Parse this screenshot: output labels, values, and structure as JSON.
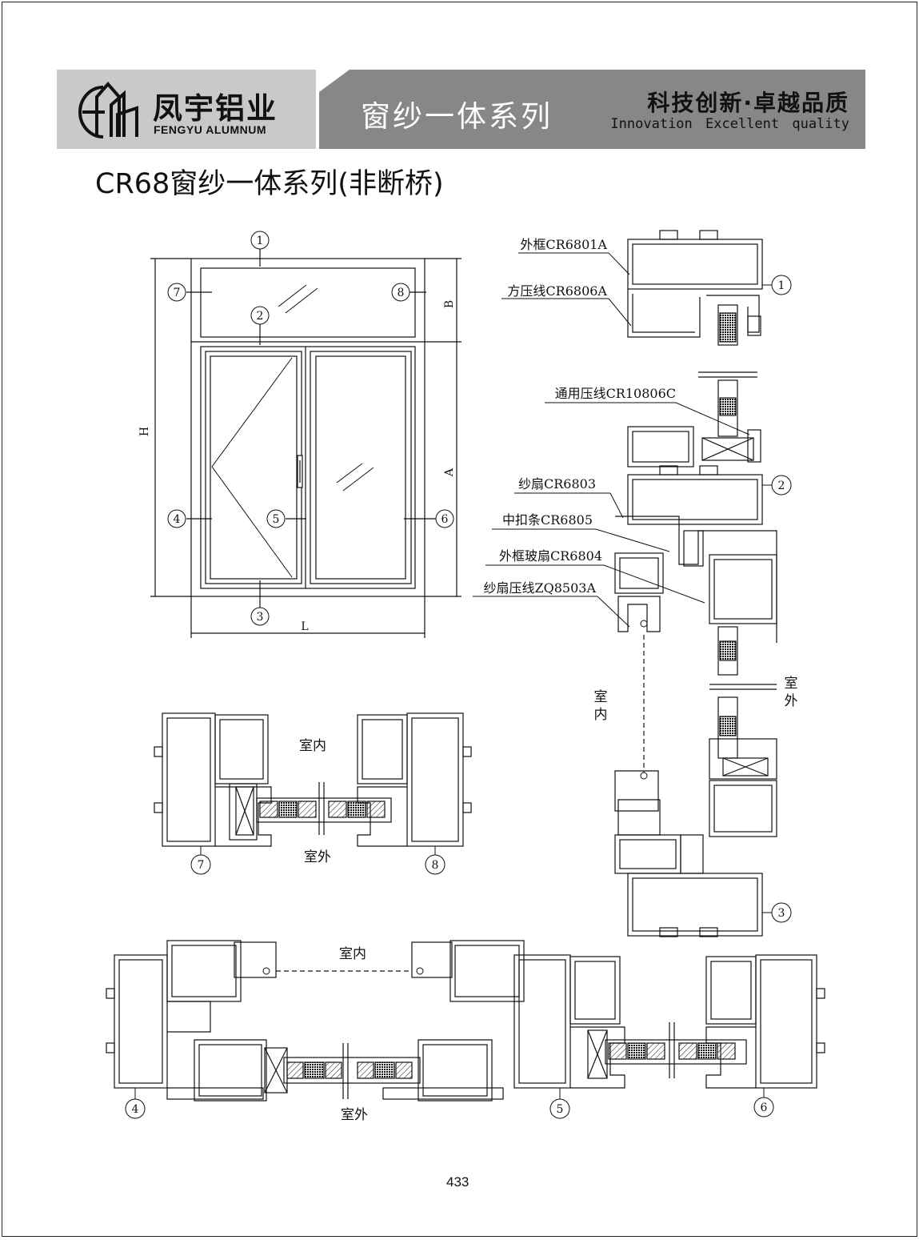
{
  "header": {
    "brand_cn": "凤宇铝业",
    "brand_en": "FENGYU ALUMNUM",
    "series": "窗纱一体系列",
    "slogan_cn": "科技创新·卓越品质",
    "slogan_en": "Innovation Excellent quality"
  },
  "title": "CR68窗纱一体系列(非断桥)",
  "elevation": {
    "markers": [
      "1",
      "2",
      "3",
      "4",
      "5",
      "6",
      "7",
      "8"
    ],
    "dims": {
      "height": "H",
      "transom": "B",
      "sash": "A",
      "width": "L"
    }
  },
  "parts": {
    "outer_frame": "外框CR6801A",
    "square_bead": "方压线CR6806A",
    "common_bead": "通用压线CR10806C",
    "screen_sash": "纱扇CR6803",
    "middle_clip": "中扣条CR6805",
    "glass_sash": "外框玻扇CR6804",
    "screen_bead": "纱扇压线ZQ8503A"
  },
  "labels": {
    "indoor": "室内",
    "outdoor": "室外",
    "indoor_v1": "室",
    "indoor_v2": "内",
    "outdoor_v1": "室",
    "outdoor_v2": "外"
  },
  "page_number": "433",
  "colors": {
    "banner_gray": "#878787",
    "logo_gray": "#c9c9c9",
    "line": "#111111"
  }
}
